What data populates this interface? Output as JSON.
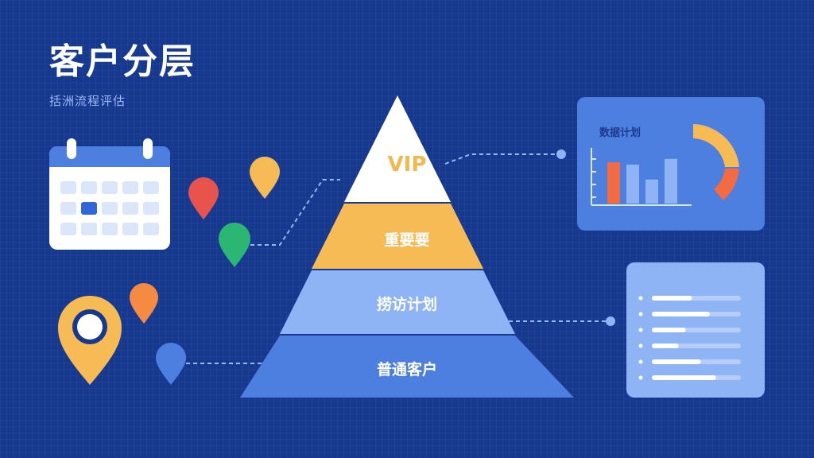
{
  "header": {
    "title": "客户分层",
    "subtitle": "括洲流程评估"
  },
  "pyramid": {
    "layers": [
      {
        "label": "VIP",
        "color": "#ffffff"
      },
      {
        "label": "重要要",
        "color": "#f7bb55"
      },
      {
        "label": "捞访计划",
        "color": "#8fb4f5"
      },
      {
        "label": "普通客户",
        "color": "#4d7fe0"
      }
    ]
  },
  "data_panel": {
    "title": "数据计划",
    "bar_values": [
      0.72,
      0.68,
      0.42,
      0.78
    ],
    "bar_colors": [
      "#f26b43",
      "#8fb4f5",
      "#8fb4f5",
      "#8fb4f5"
    ],
    "donut_colors": [
      "#f7bb55",
      "#f26b43"
    ]
  },
  "list_panel": {
    "row_fill": [
      0.45,
      0.65,
      0.38,
      0.3,
      0.55,
      0.72
    ]
  },
  "colors": {
    "background": "#16398f",
    "accent_yellow": "#f7bb55",
    "accent_orange": "#f26b43",
    "accent_green": "#2bb673",
    "accent_red": "#e8544b",
    "panel_blue": "#4d7fe0",
    "panel_light": "#8fb4f5"
  },
  "icons": [
    "calendar-icon",
    "map-pin-icon",
    "location-ring-icon",
    "bar-chart-icon",
    "donut-chart-icon",
    "list-icon"
  ]
}
